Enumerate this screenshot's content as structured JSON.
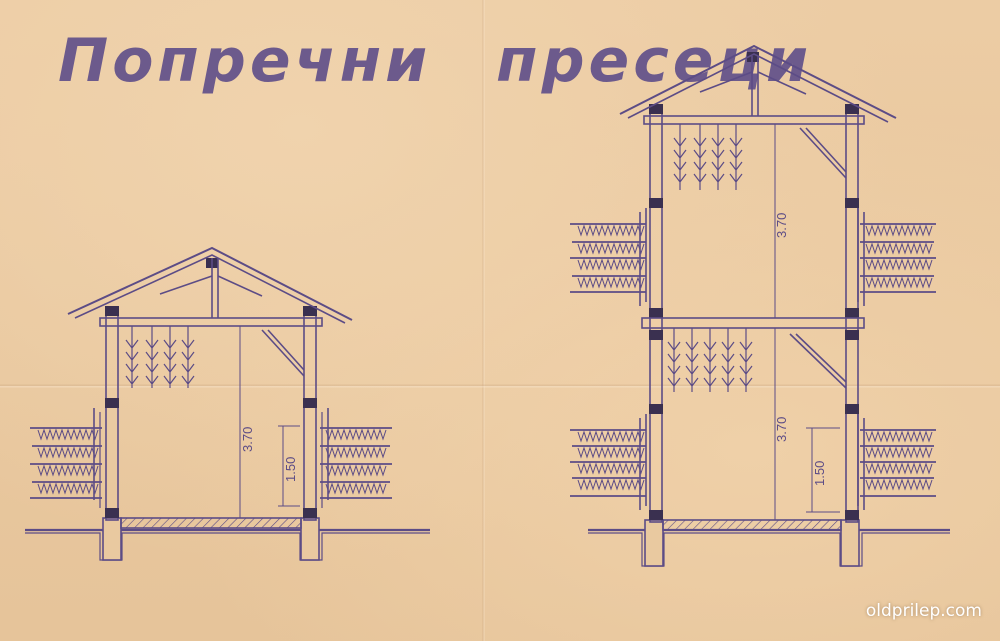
{
  "title": "Попречни пресеци",
  "watermark": "oldprilep.com",
  "colors": {
    "ink": "#5c4c86",
    "ink_dark": "#3a3050",
    "paper": "#e9c9a0"
  },
  "sections": [
    {
      "dimensions": [
        "3.70",
        "1.50"
      ]
    },
    {
      "dimensions": [
        "3.70",
        "3.70",
        "1.50"
      ]
    }
  ]
}
